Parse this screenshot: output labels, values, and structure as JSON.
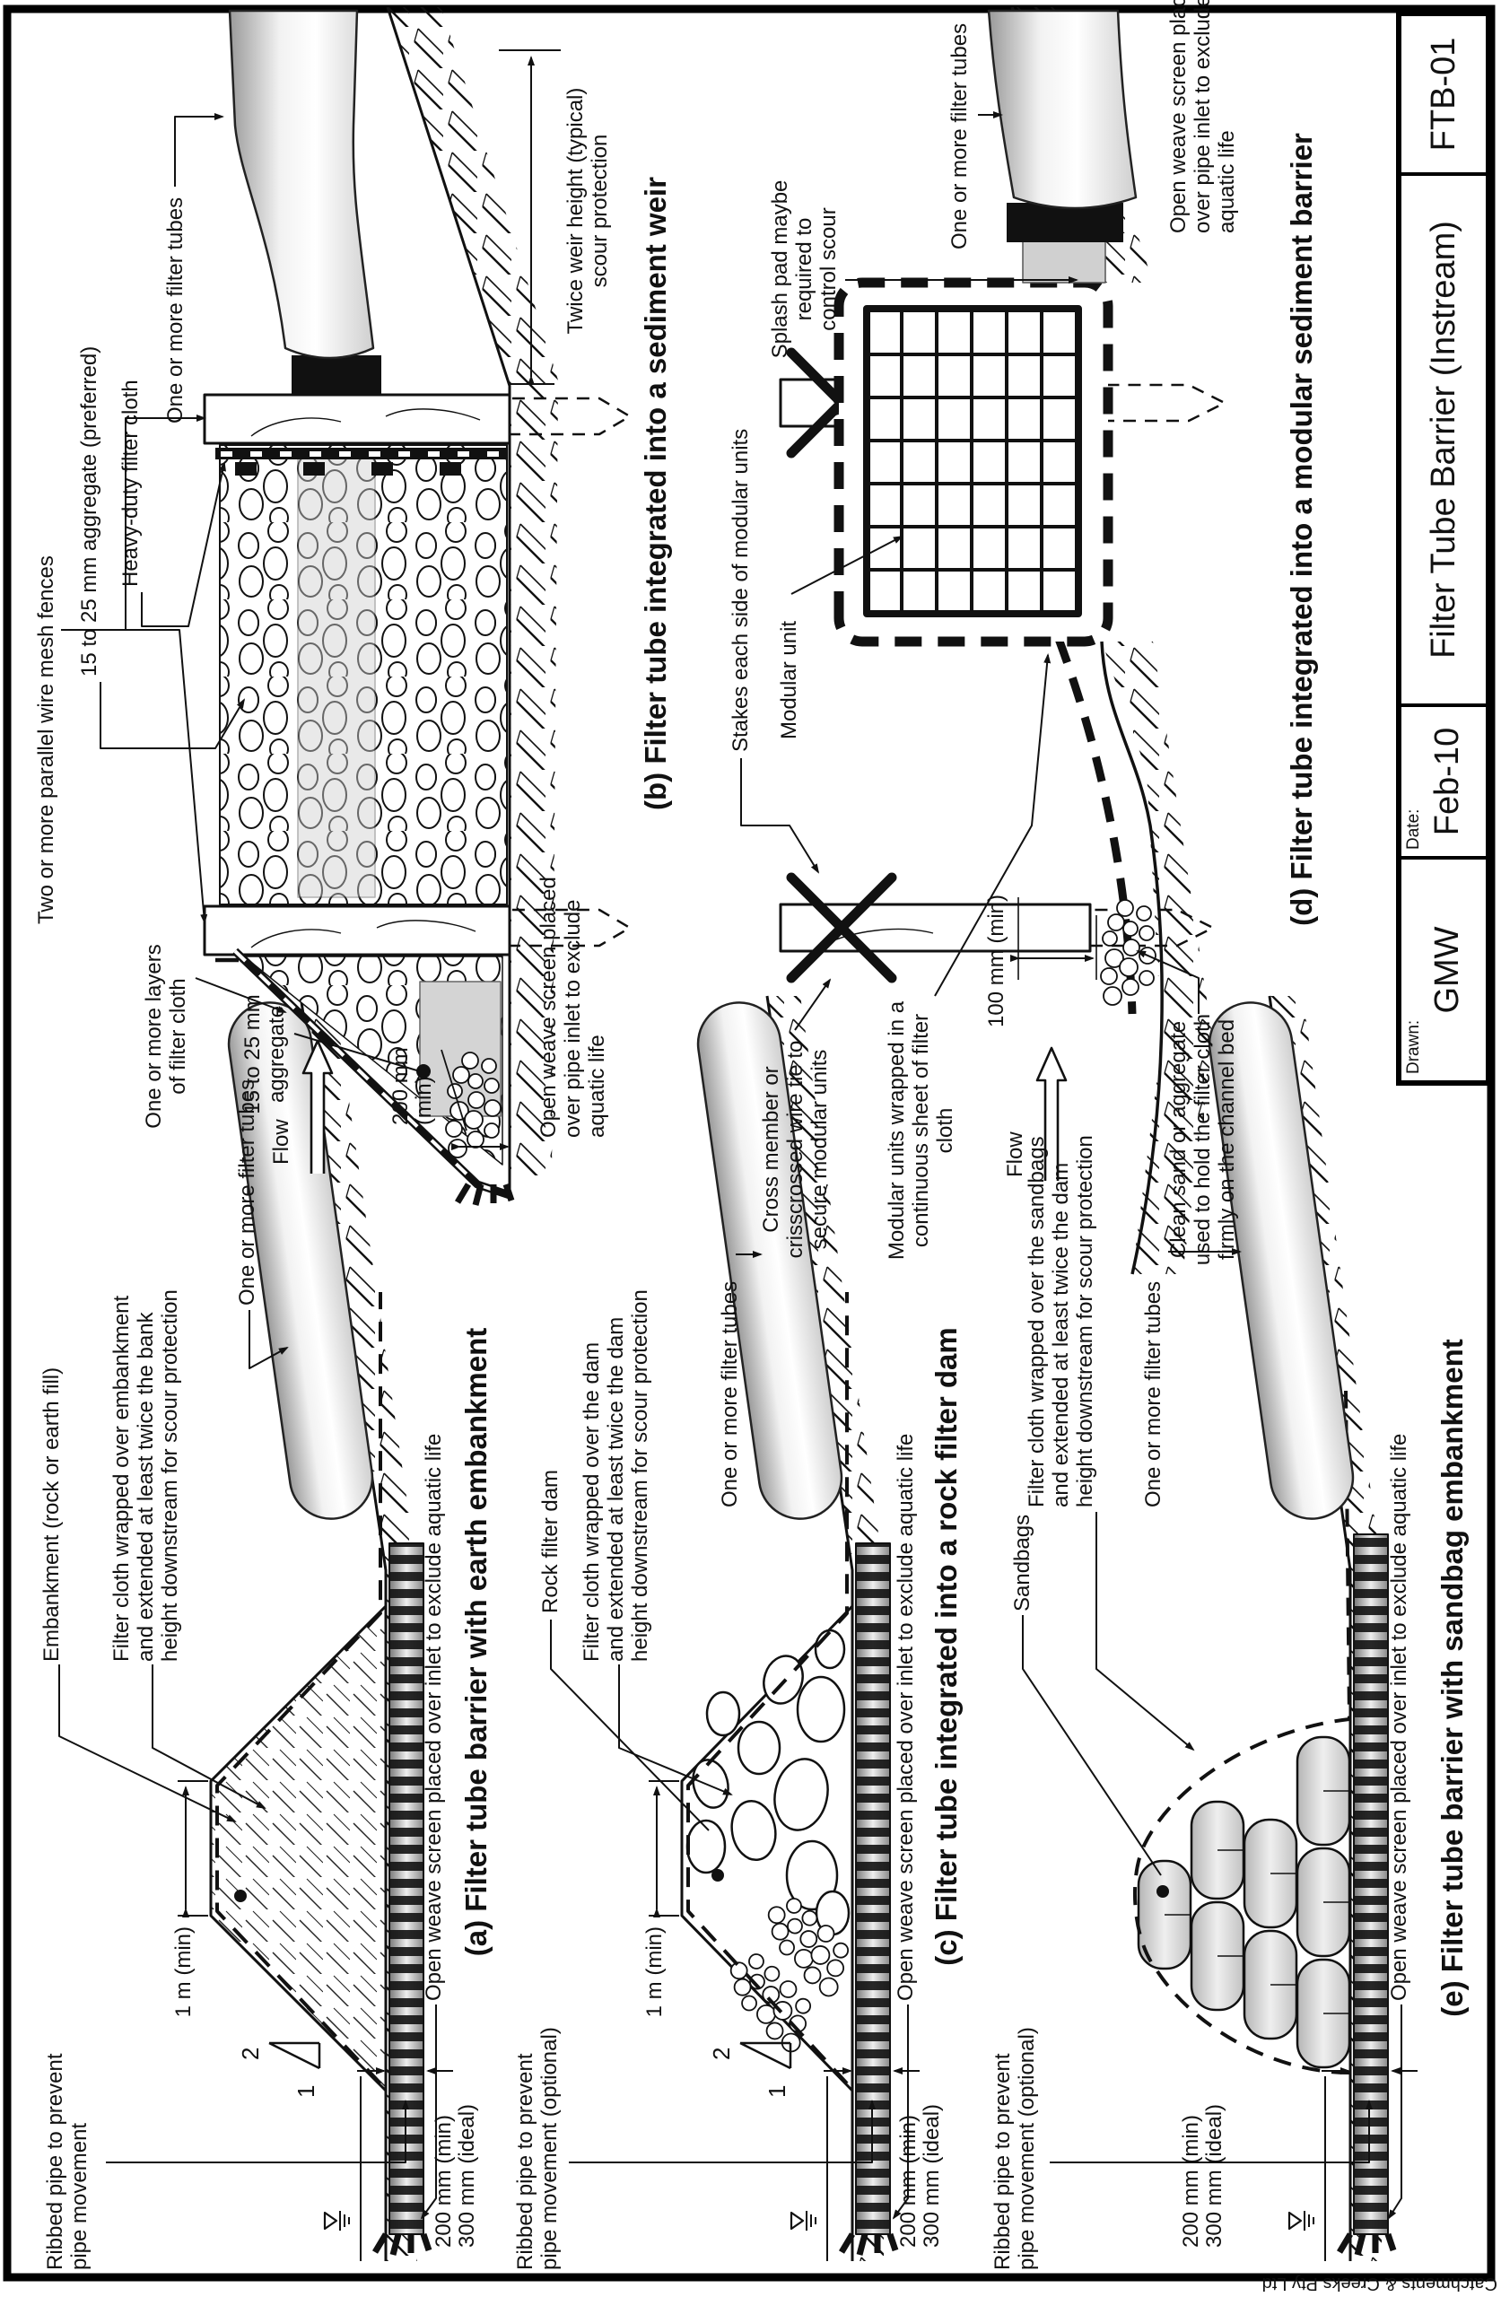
{
  "margin_note": "Catchments & Creeks Pty Ltd",
  "colors": {
    "ink": "#111111",
    "paper": "#ffffff",
    "pipe_gray": "#c8c8c8"
  },
  "title_block": {
    "drawn_label": "Drawn:",
    "drawn_value": "GMW",
    "date_label": "Date:",
    "date_value": "Feb-10",
    "sheet_title": "Filter Tube Barrier (Instream)",
    "sheet_number": "FTB-01"
  },
  "diagram_a": {
    "caption": "(a) Filter tube barrier with earth embankment",
    "ribbed_pipe": "Ribbed pipe to prevent\npipe movement",
    "embankment": "Embankment (rock or earth fill)",
    "filter_cloth": "Filter cloth wrapped over embankment\nand extended at least twice the bank\nheight downstream for scour protection",
    "filter_tubes": "One or more filter tubes",
    "crest_dim": "1 m (min)",
    "slope_v": "2",
    "slope_h": "1",
    "inlet_dims": "200 mm (min)\n300 mm (ideal)",
    "open_weave": "Open weave screen placed over inlet to exclude aquatic life"
  },
  "diagram_b": {
    "caption": "(b) Filter tube integrated into a sediment weir",
    "fences": "Two or more parallel wire mesh fences",
    "aggregate_preferred": "15 to 25 mm aggregate (preferred)",
    "heavy_cloth": "Heavy-duty filter cloth",
    "filter_tubes": "One or more filter tubes",
    "scour": "Twice weir height (typical)\nscour protection",
    "cloth_layers": "One or more layers\nof filter cloth",
    "aggregate": "15 to 25 mm\naggregate",
    "flow": "Flow",
    "inlet_dim": "200 mm\n(min)",
    "open_weave": "Open weave screen placed\nover pipe inlet to exclude\naquatic life"
  },
  "diagram_c": {
    "caption": "(c) Filter tube integrated into a rock filter dam",
    "ribbed_pipe": "Ribbed pipe to prevent\npipe movement (optional)",
    "rock_dam": "Rock filter dam",
    "filter_cloth": "Filter cloth wrapped over the dam\nand extended at least twice the dam\nheight downstream for scour protection",
    "filter_tubes": "One or more filter tubes",
    "crest_dim": "1 m (min)",
    "slope_v": "2",
    "slope_h": "1",
    "inlet_dims": "200 mm (min)\n300 mm (ideal)",
    "open_weave": "Open weave screen placed over inlet to exclude aquatic life"
  },
  "diagram_d": {
    "caption": "(d) Filter tube integrated into a modular sediment barrier",
    "splash_pad": "Splash pad maybe\nrequired to\ncontrol scour",
    "modular_unit": "Modular unit",
    "stakes": "Stakes each side of modular units",
    "filter_tubes": "One or more filter tubes",
    "open_weave": "Open weave screen placed\nover pipe inlet to exclude\naquatic life",
    "cross_member": "Cross member or\ncrisscrossed wire tie to\nsecure modular units",
    "wrapped": "Modular units wrapped in a\ncontinuous sheet of filter cloth",
    "bed_dim": "100 mm (min)",
    "flow": "Flow",
    "clean_sand": "Clean sand or aggregate\nused to hold the filter cloth\nfirmly on the channel bed"
  },
  "diagram_e": {
    "caption": "(e) Filter tube barrier with sandbag embankment",
    "ribbed_pipe": "Ribbed pipe to prevent\npipe movement (optional)",
    "sandbags": "Sandbags",
    "filter_cloth": "Filter cloth wrapped over the sandbags\nand extended at least twice the dam\nheight downstream for scour protection",
    "filter_tubes": "One or more filter tubes",
    "inlet_dims": "200 mm (min)\n300 mm (ideal)",
    "open_weave": "Open weave screen placed over inlet to exclude aquatic life"
  }
}
